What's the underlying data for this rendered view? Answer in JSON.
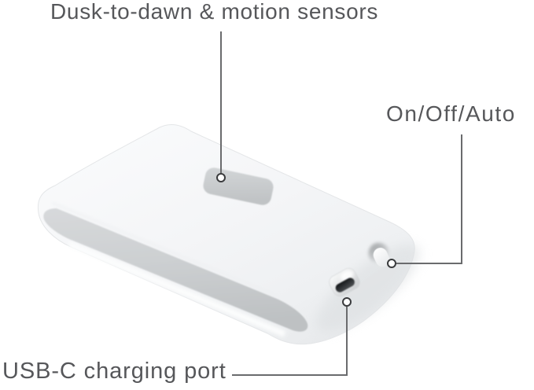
{
  "callouts": {
    "sensor": {
      "label": "Dusk-to-dawn & motion sensors"
    },
    "switch": {
      "label": "On/Off/Auto"
    },
    "usb": {
      "label": "USB-C charging port"
    }
  },
  "colors": {
    "background": "#ffffff",
    "label_text": "#56575a",
    "callout_line": "#6a6b6d",
    "marker_stroke": "#3a3b3d",
    "marker_fill": "#ffffff",
    "device_body_light": "#fbfcfd",
    "device_body_dark": "#e6e8ea",
    "diffuser_gray": "#cccfd1",
    "sensor_window_gray": "#c9cccf",
    "usb_slot_dark": "#121416",
    "button_white": "#ffffff"
  }
}
